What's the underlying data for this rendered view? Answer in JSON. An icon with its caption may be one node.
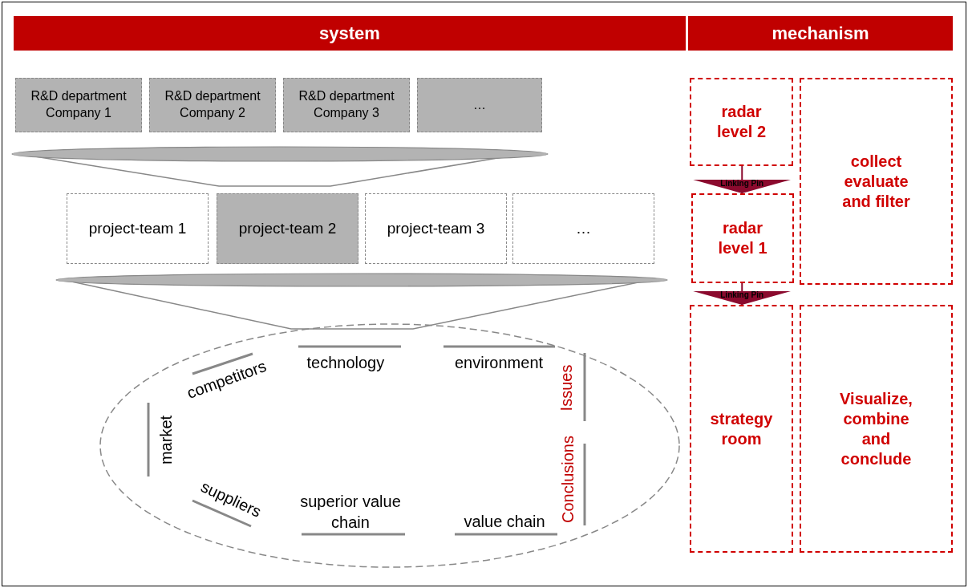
{
  "diagram": {
    "nodes": [
      {
        "text": [
          "system"
        ]
      },
      {
        "text": [
          "mechanism"
        ]
      },
      {
        "text": [
          "R&D department Company 1"
        ]
      },
      {
        "text": [
          "R&D department Company 2"
        ]
      },
      {
        "text": [
          "R&D department Company 3"
        ]
      },
      {
        "text": [
          "…"
        ]
      },
      {
        "text": [
          "project-team 1"
        ]
      },
      {
        "text": [
          "project-team 2"
        ]
      },
      {
        "text": [
          "project-team 3"
        ]
      },
      {
        "text": [
          "…"
        ]
      },
      {
        "text": [],
        "shape": "ellipse"
      },
      {
        "text": [
          "radar level 2"
        ]
      },
      {
        "text": [
          "radar level 1"
        ]
      },
      {
        "text": [
          "strategy room"
        ]
      },
      {
        "text": [
          "collect evaluate and filter"
        ]
      },
      {
        "text": [
          "Visualize, combine and conclude"
        ]
      }
    ],
    "edges": [
      {
        "from": 11,
        "to": 12,
        "arrow": "to",
        "label": "Linking Pin"
      },
      {
        "from": 12,
        "to": 13,
        "arrow": "to",
        "label": "Linking Pin"
      }
    ],
    "labels": [
      "competitors",
      "technology",
      "environment",
      "Issues",
      "market",
      "Conclusions",
      "suppliers",
      "superior value chain",
      "value chain"
    ]
  }
}
